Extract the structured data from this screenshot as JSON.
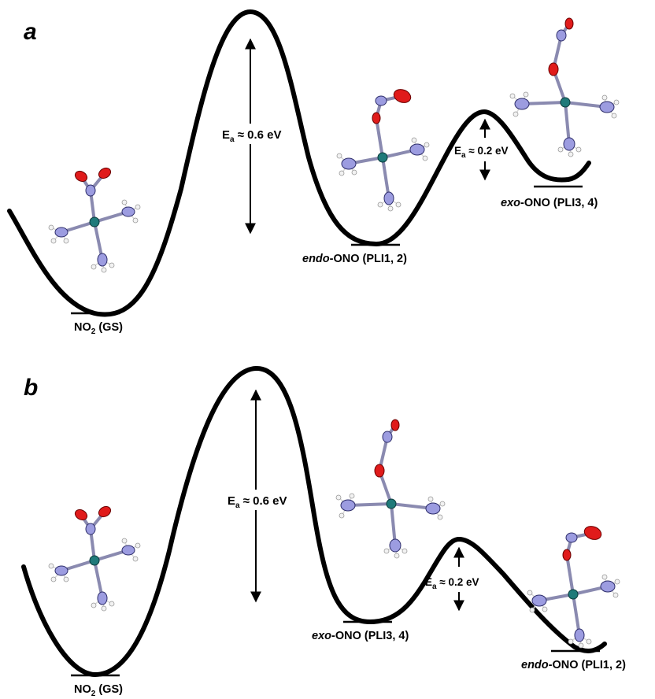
{
  "panels": [
    {
      "letter": "a",
      "ground_state": {
        "label": "NO",
        "sub": "2",
        "suffix": " (GS)"
      },
      "barrier_large": {
        "prefix": "E",
        "sub": "a",
        "text": " ≈ 0.6 eV"
      },
      "barrier_small": {
        "prefix": "E",
        "sub": "a",
        "text": " ≈ 0.2 eV"
      },
      "state_2": {
        "isomer": "endo",
        "rest": "-ONO (PLI1, 2)"
      },
      "state_3": {
        "isomer": "exo",
        "rest": "-ONO (PLI3, 4)"
      }
    },
    {
      "letter": "b",
      "ground_state": {
        "label": "NO",
        "sub": "2",
        "suffix": " (GS)"
      },
      "barrier_large": {
        "prefix": "E",
        "sub": "a",
        "text": " ≈ 0.6 eV"
      },
      "barrier_small": {
        "prefix": "E",
        "sub": "a",
        "text": " ≈ 0.2 eV"
      },
      "state_2": {
        "isomer": "exo",
        "rest": "-ONO (PLI3, 4)"
      },
      "state_3": {
        "isomer": "endo",
        "rest": "-ONO (PLI1, 2)"
      }
    }
  ],
  "colors": {
    "curve": "#000000",
    "metal": "#1f7a7a",
    "nitrogen": "#9c9ce0",
    "oxygen": "#e01b1b",
    "hydrogen": "#f2f2f2"
  },
  "icons": {
    "molecule": "ni-complex-molecule",
    "arrow": "double-headed-arrow"
  }
}
